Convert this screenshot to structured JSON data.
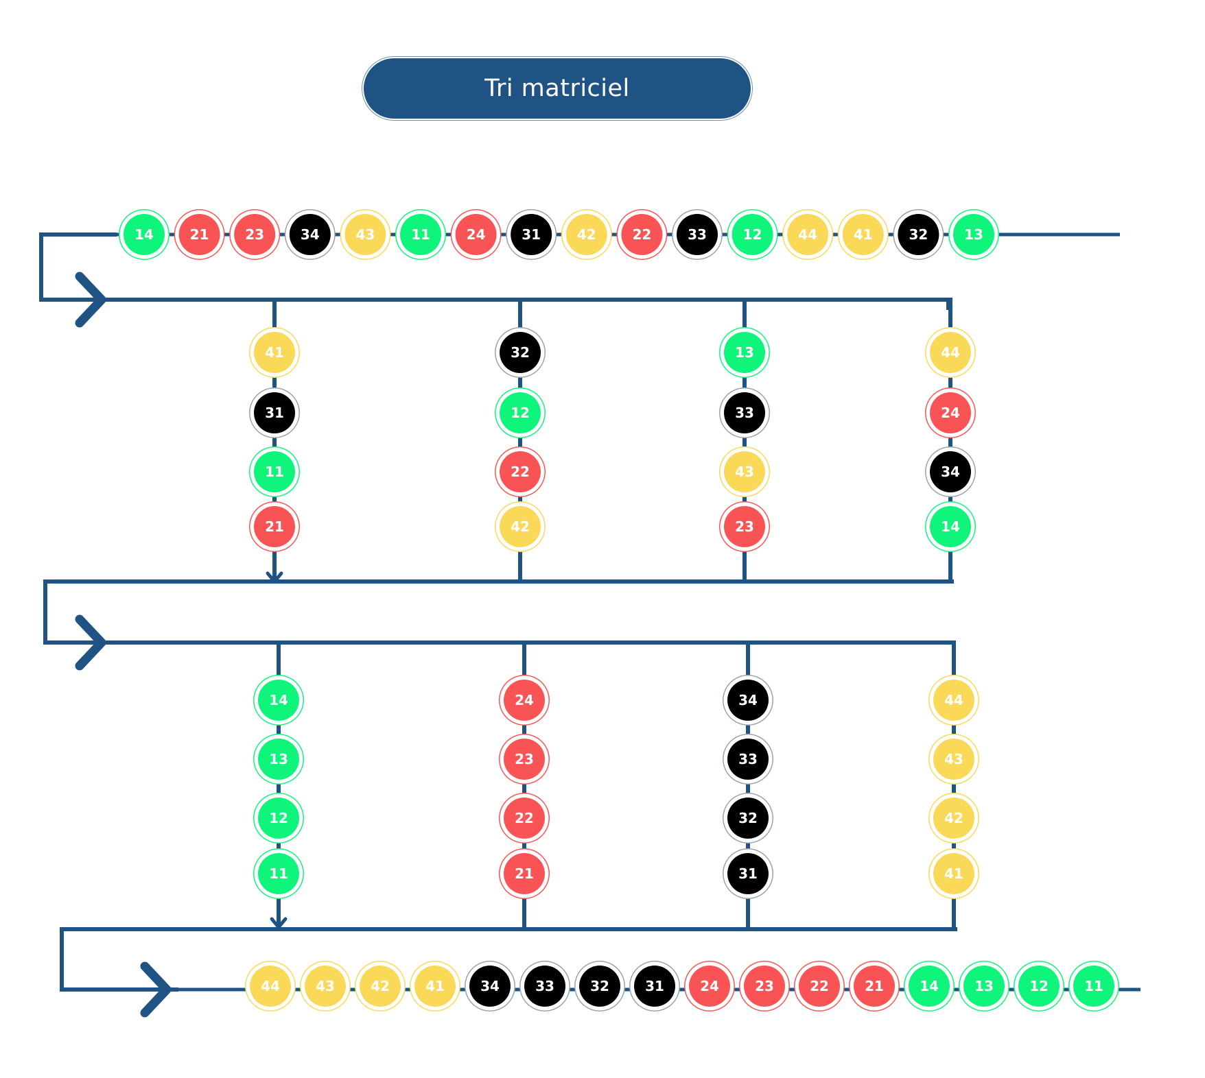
{
  "title": "Tri matriciel",
  "colors": {
    "line": "#1f5384",
    "title_bg": "#1f5384",
    "ring": "#ffffff",
    "text": "#ffffff",
    "halo_dark": "#9aa2a8"
  },
  "color_groups": {
    "1": {
      "name": "green",
      "fill": "#0ff57c"
    },
    "2": {
      "name": "red",
      "fill": "#f85455"
    },
    "3": {
      "name": "black",
      "fill": "#000000"
    },
    "4": {
      "name": "yellow",
      "fill": "#fad959"
    }
  },
  "initial_sequence": [
    "14",
    "21",
    "23",
    "34",
    "43",
    "11",
    "24",
    "31",
    "42",
    "22",
    "33",
    "12",
    "44",
    "41",
    "32",
    "13"
  ],
  "pass1_columns": [
    [
      "41",
      "31",
      "11",
      "21"
    ],
    [
      "32",
      "12",
      "22",
      "42"
    ],
    [
      "13",
      "33",
      "43",
      "23"
    ],
    [
      "44",
      "24",
      "34",
      "14"
    ]
  ],
  "pass2_columns": [
    [
      "14",
      "13",
      "12",
      "11"
    ],
    [
      "24",
      "23",
      "22",
      "21"
    ],
    [
      "34",
      "33",
      "32",
      "31"
    ],
    [
      "44",
      "43",
      "42",
      "41"
    ]
  ],
  "final_sequence": [
    "44",
    "43",
    "42",
    "41",
    "34",
    "33",
    "32",
    "31",
    "24",
    "23",
    "22",
    "21",
    "14",
    "13",
    "12",
    "11"
  ]
}
